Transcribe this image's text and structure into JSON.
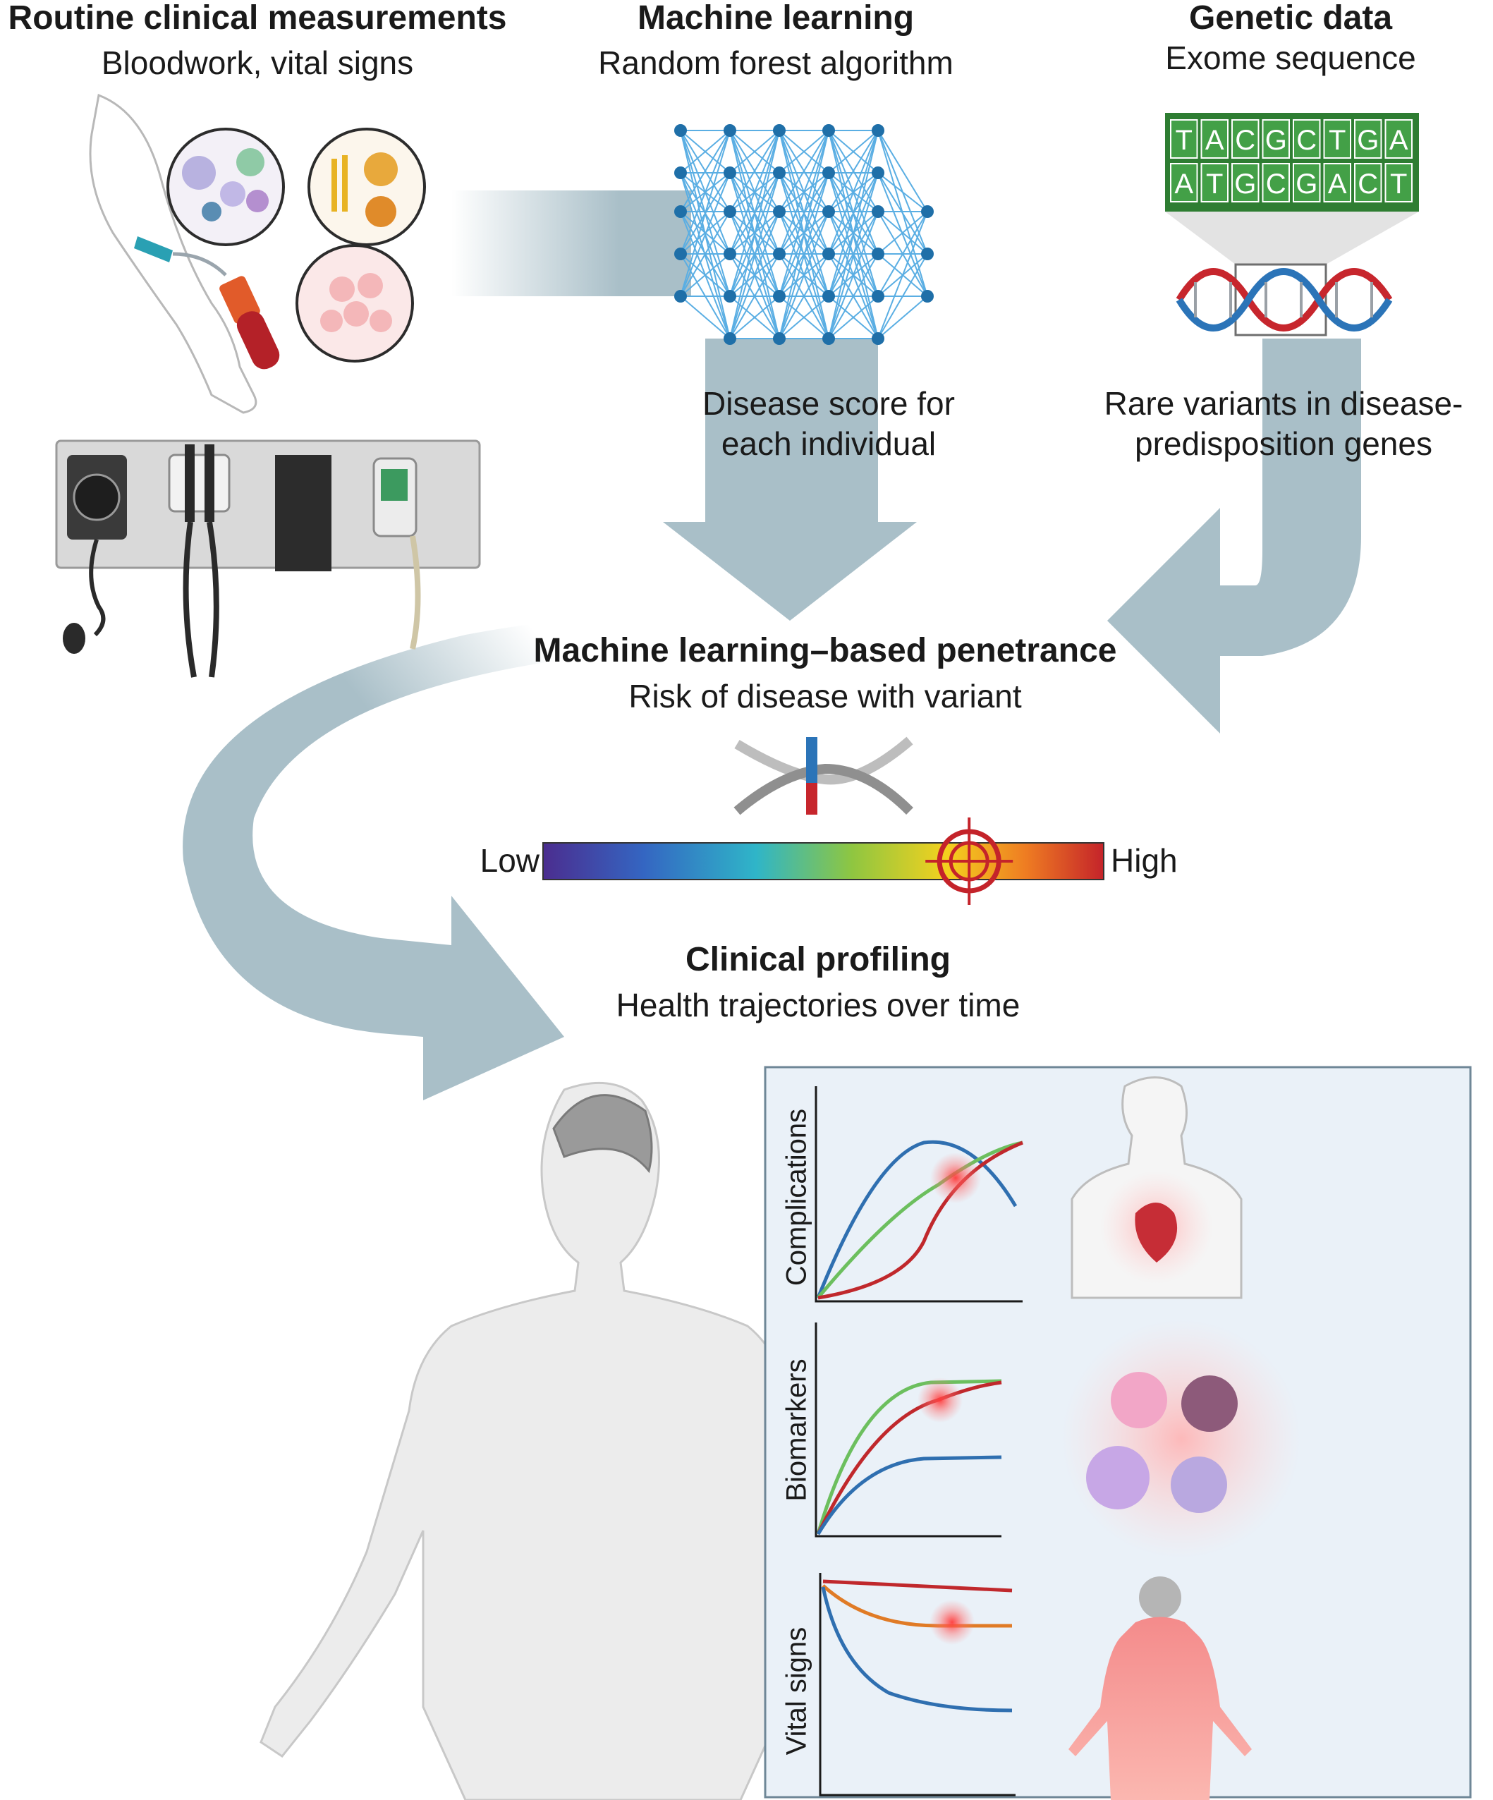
{
  "sections": {
    "routine": {
      "title": "Routine clinical measurements",
      "subtitle": "Bloodwork, vital signs"
    },
    "ml": {
      "title": "Machine learning",
      "subtitle": "Random forest algorithm",
      "output_line1": "Disease score for",
      "output_line2": "each individual"
    },
    "genetic": {
      "title": "Genetic data",
      "subtitle": "Exome sequence",
      "output_line1": "Rare variants in disease-",
      "output_line2": "predisposition genes"
    },
    "penetrance": {
      "title": "Machine learning–based penetrance",
      "subtitle": "Risk of disease with variant",
      "scale_low": "Low",
      "scale_high": "High",
      "marker_level": 0.76
    },
    "profiling": {
      "title": "Clinical profiling",
      "subtitle": "Health trajectories over time"
    }
  },
  "dna_sequence": {
    "top": [
      "T",
      "A",
      "C",
      "G",
      "C",
      "T",
      "G",
      "A"
    ],
    "bottom": [
      "A",
      "T",
      "G",
      "C",
      "G",
      "A",
      "C",
      "T"
    ]
  },
  "panels": [
    {
      "ylabel": "Complications"
    },
    {
      "ylabel": "Biomarkers"
    },
    {
      "ylabel": "Vital signs"
    }
  ],
  "colors": {
    "arrow": "#a9bfc8",
    "curve_blue": "#2f6fb0",
    "curve_green": "#6cbf5e",
    "curve_red": "#c0282c",
    "curve_orange": "#e07b26",
    "panel_bg": "#eaf1f8",
    "panel_border": "#6f8797"
  }
}
